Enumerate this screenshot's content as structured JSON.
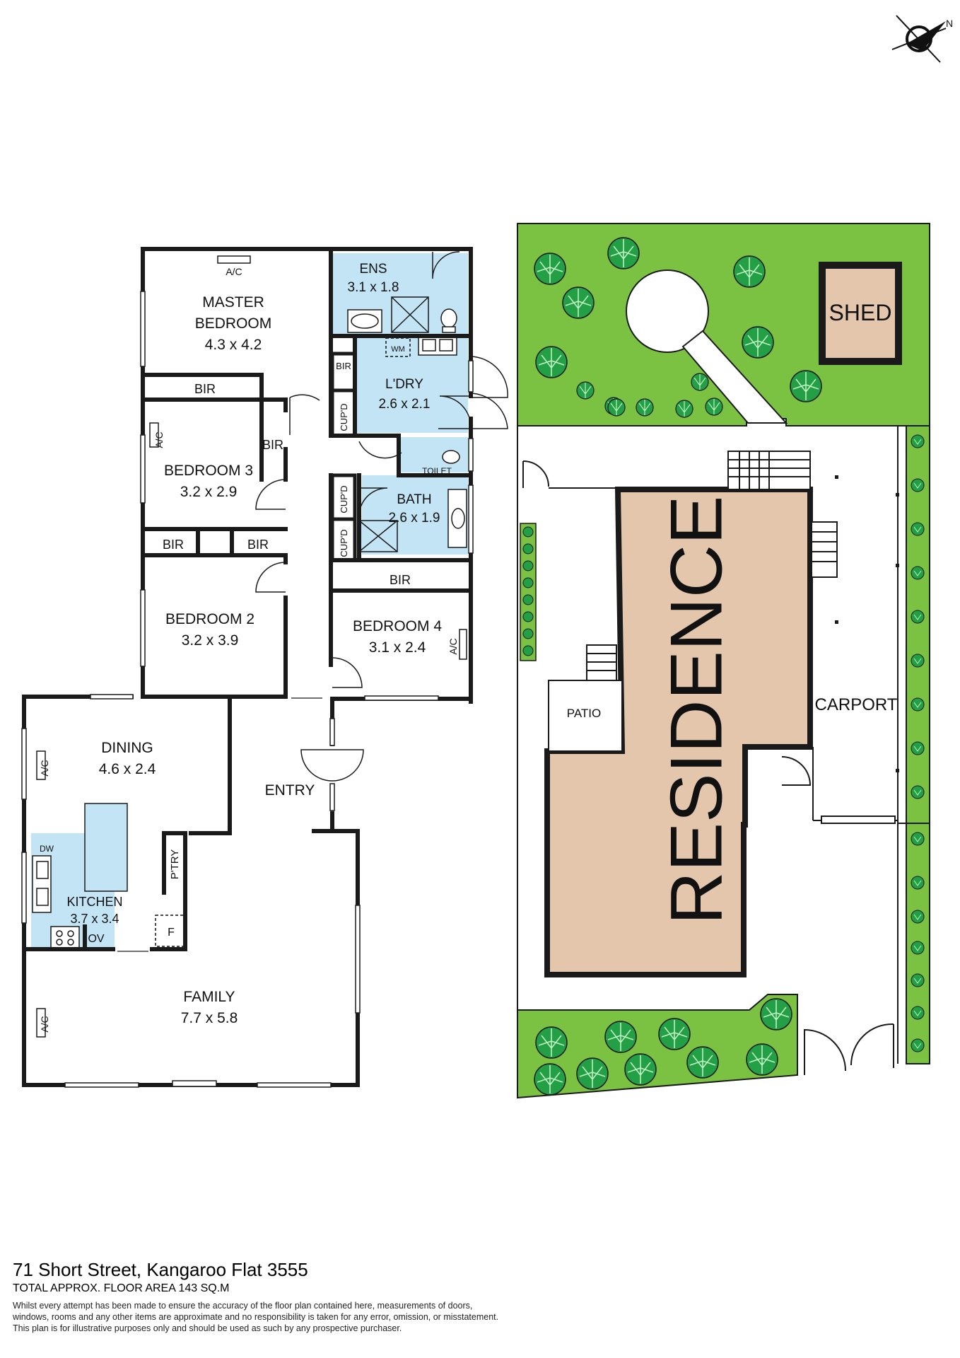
{
  "compass": {
    "label": "N"
  },
  "rooms": {
    "master": {
      "name": "MASTER",
      "name2": "BEDROOM",
      "dims": "4.3 x 4.2"
    },
    "ens": {
      "name": "ENS",
      "dims": "3.1 x 1.8"
    },
    "ldry": {
      "name": "L'DRY",
      "dims": "2.6 x 2.1"
    },
    "bed3": {
      "name": "BEDROOM 3",
      "dims": "3.2 x 2.9"
    },
    "bed2": {
      "name": "BEDROOM 2",
      "dims": "3.2 x 3.9"
    },
    "bed4": {
      "name": "BEDROOM 4",
      "dims": "3.1 x 2.4"
    },
    "bath": {
      "name": "BATH",
      "dims": "2.6 x 1.9"
    },
    "toilet": {
      "name": "TOILET"
    },
    "dining": {
      "name": "DINING",
      "dims": "4.6 x 2.4"
    },
    "entry": {
      "name": "ENTRY"
    },
    "kitchen": {
      "name": "KITCHEN",
      "dims": "3.7 x 3.4"
    },
    "family": {
      "name": "FAMILY",
      "dims": "7.7 x 5.8"
    }
  },
  "fixtures": {
    "ac": "A/C",
    "bir": "BIR",
    "cupd": "CUP'D",
    "wm": "WM",
    "dw": "DW",
    "ov": "OV",
    "f": "F",
    "ptry": "P'TRY"
  },
  "site": {
    "shed": "SHED",
    "residence": "RESIDENCE",
    "carport": "CARPORT",
    "patio": "PATIO"
  },
  "colors": {
    "wet_area": "#c3e4f5",
    "garden": "#7cc242",
    "building": "#e3c6ab",
    "wall": "#1a1a1a"
  },
  "footer": {
    "address": "71 Short Street, Kangaroo Flat 3555",
    "area": "TOTAL APPROX. FLOOR AREA 143 SQ.M",
    "disclaimer_1": "Whilst every attempt has been made to ensure the accuracy of the floor plan contained here, measurements of doors,",
    "disclaimer_2": "windows, rooms and any other items are approximate and no responsibility is taken for any error, omission, or misstatement.",
    "disclaimer_3": "This plan is for illustrative purposes only and should be used as such by any prospective purchaser."
  }
}
